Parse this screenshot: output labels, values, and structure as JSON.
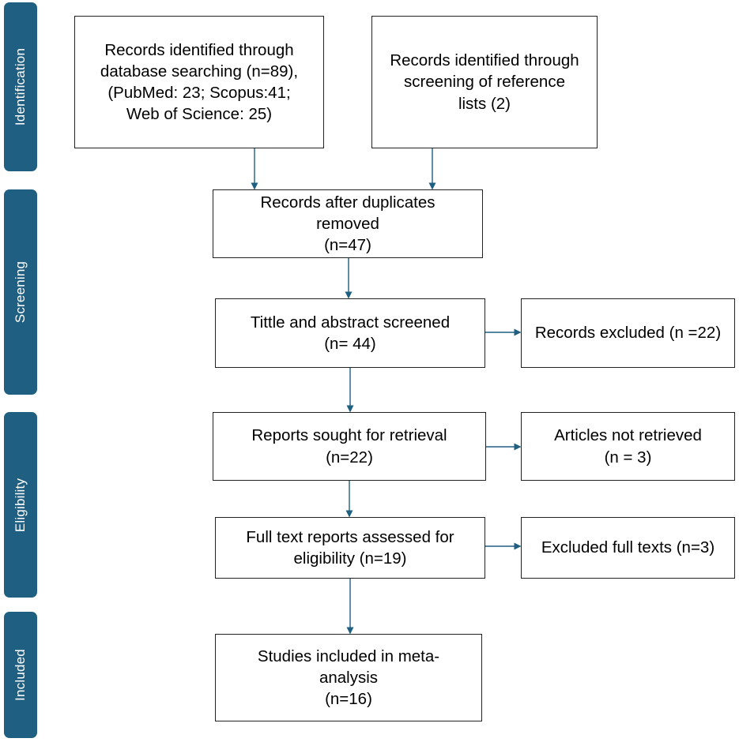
{
  "phases": {
    "identification": "Identification",
    "screening": "Screening",
    "eligibility": "Eligibility",
    "included": "Included"
  },
  "boxes": {
    "database_records": "Records identified through\ndatabase searching (n=89),\n(PubMed: 23; Scopus:41;\nWeb of Science: 25)",
    "reference_records": "Records identified through\nscreening of reference\nlists (2)",
    "after_duplicates": "Records after duplicates\nremoved\n(n=47)",
    "title_abstract": "Tittle and abstract screened\n(n= 44)",
    "records_excluded": "Records excluded (n =22)",
    "reports_sought": "Reports sought for retrieval\n(n=22)",
    "not_retrieved": "Articles not retrieved\n(n = 3)",
    "full_text": "Full text reports assessed for\neligibility (n=19)",
    "excluded_full_texts": "Excluded full texts (n=3)",
    "included_studies": "Studies included in meta-\nanalysis\n(n=16)"
  },
  "colors": {
    "phase_band": "#1f5f82",
    "arrow": "#1f5f82",
    "box_border": "#222222"
  }
}
